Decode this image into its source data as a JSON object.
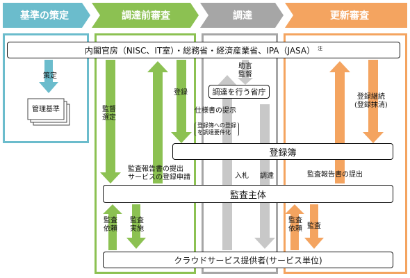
{
  "phases": [
    {
      "label": "基準の策定",
      "color": "#6bbccc"
    },
    {
      "label": "調達前審査",
      "color": "#8cc152"
    },
    {
      "label": "調達",
      "color": "#a6a6a6"
    },
    {
      "label": "更新審査",
      "color": "#f4a460"
    }
  ],
  "top_box": {
    "label": "内閣官房（NISC、IT室）・総務省・経済産業省、IPA（JASA）",
    "note": "注"
  },
  "standard": {
    "arrow_label": "策定",
    "doc_label": "管理基準"
  },
  "procuring_agency": {
    "label": "調達を行う省庁",
    "advice_label": "助言\n監督"
  },
  "registry": {
    "label": "登録簿"
  },
  "audit_body": {
    "label": "監査主体"
  },
  "provider": {
    "label": "クラウドサービス提供者(サービス単位)"
  },
  "labels": {
    "supervise_select": "監督\n選定",
    "register": "登録",
    "spec_present": "仕様書の提示",
    "registry_requirement": "登録簿への登録\nを調達要件化",
    "report_submit_apply": "監査報告書の提出\nサービスの登録申請",
    "bid": "入札",
    "procure": "調達",
    "update_continue": "登録継続\n(登録抹消)",
    "report_submit": "監査報告書の提出",
    "audit_request": "監査\n依頼",
    "audit_execute": "監査\n実施",
    "audit": "監査"
  },
  "colors": {
    "teal": "#6bbccc",
    "green": "#8cc152",
    "gray": "#c8c8c8",
    "orange": "#f4a460"
  }
}
